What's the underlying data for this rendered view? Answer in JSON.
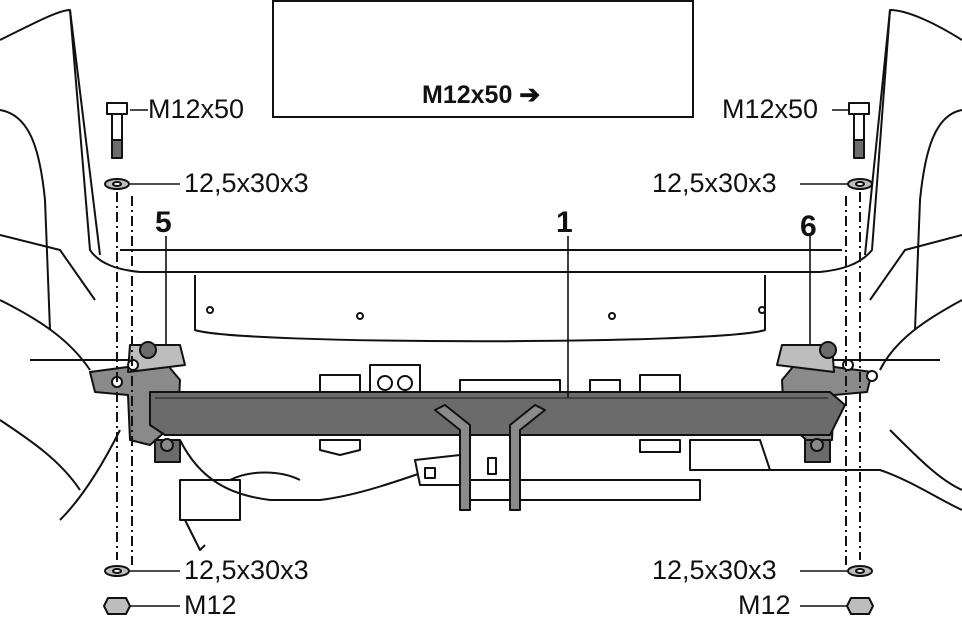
{
  "warning": {
    "bolt_text": "M12x50 ➔",
    "icons": [
      "warning-triangle-icon",
      "torque-wrench-crossed-icon",
      "hand-tighten-icon"
    ]
  },
  "callouts": {
    "part_1": "1",
    "part_5": "5",
    "part_6": "6"
  },
  "left": {
    "bolt": "M12x50",
    "washer_top": "12,5x30x3",
    "washer_bottom": "12,5x30x3",
    "nut": "M12"
  },
  "right": {
    "bolt": "M12x50",
    "washer_top": "12,5x30x3",
    "washer_bottom": "12,5x30x3",
    "nut": "M12"
  },
  "colors": {
    "line": "#111111",
    "bar_fill": "#6b6b6b",
    "bracket_fill": "#8a8a8a",
    "vehicle_fill": "#ffffff",
    "shadow_fill": "#bdbdbd"
  }
}
